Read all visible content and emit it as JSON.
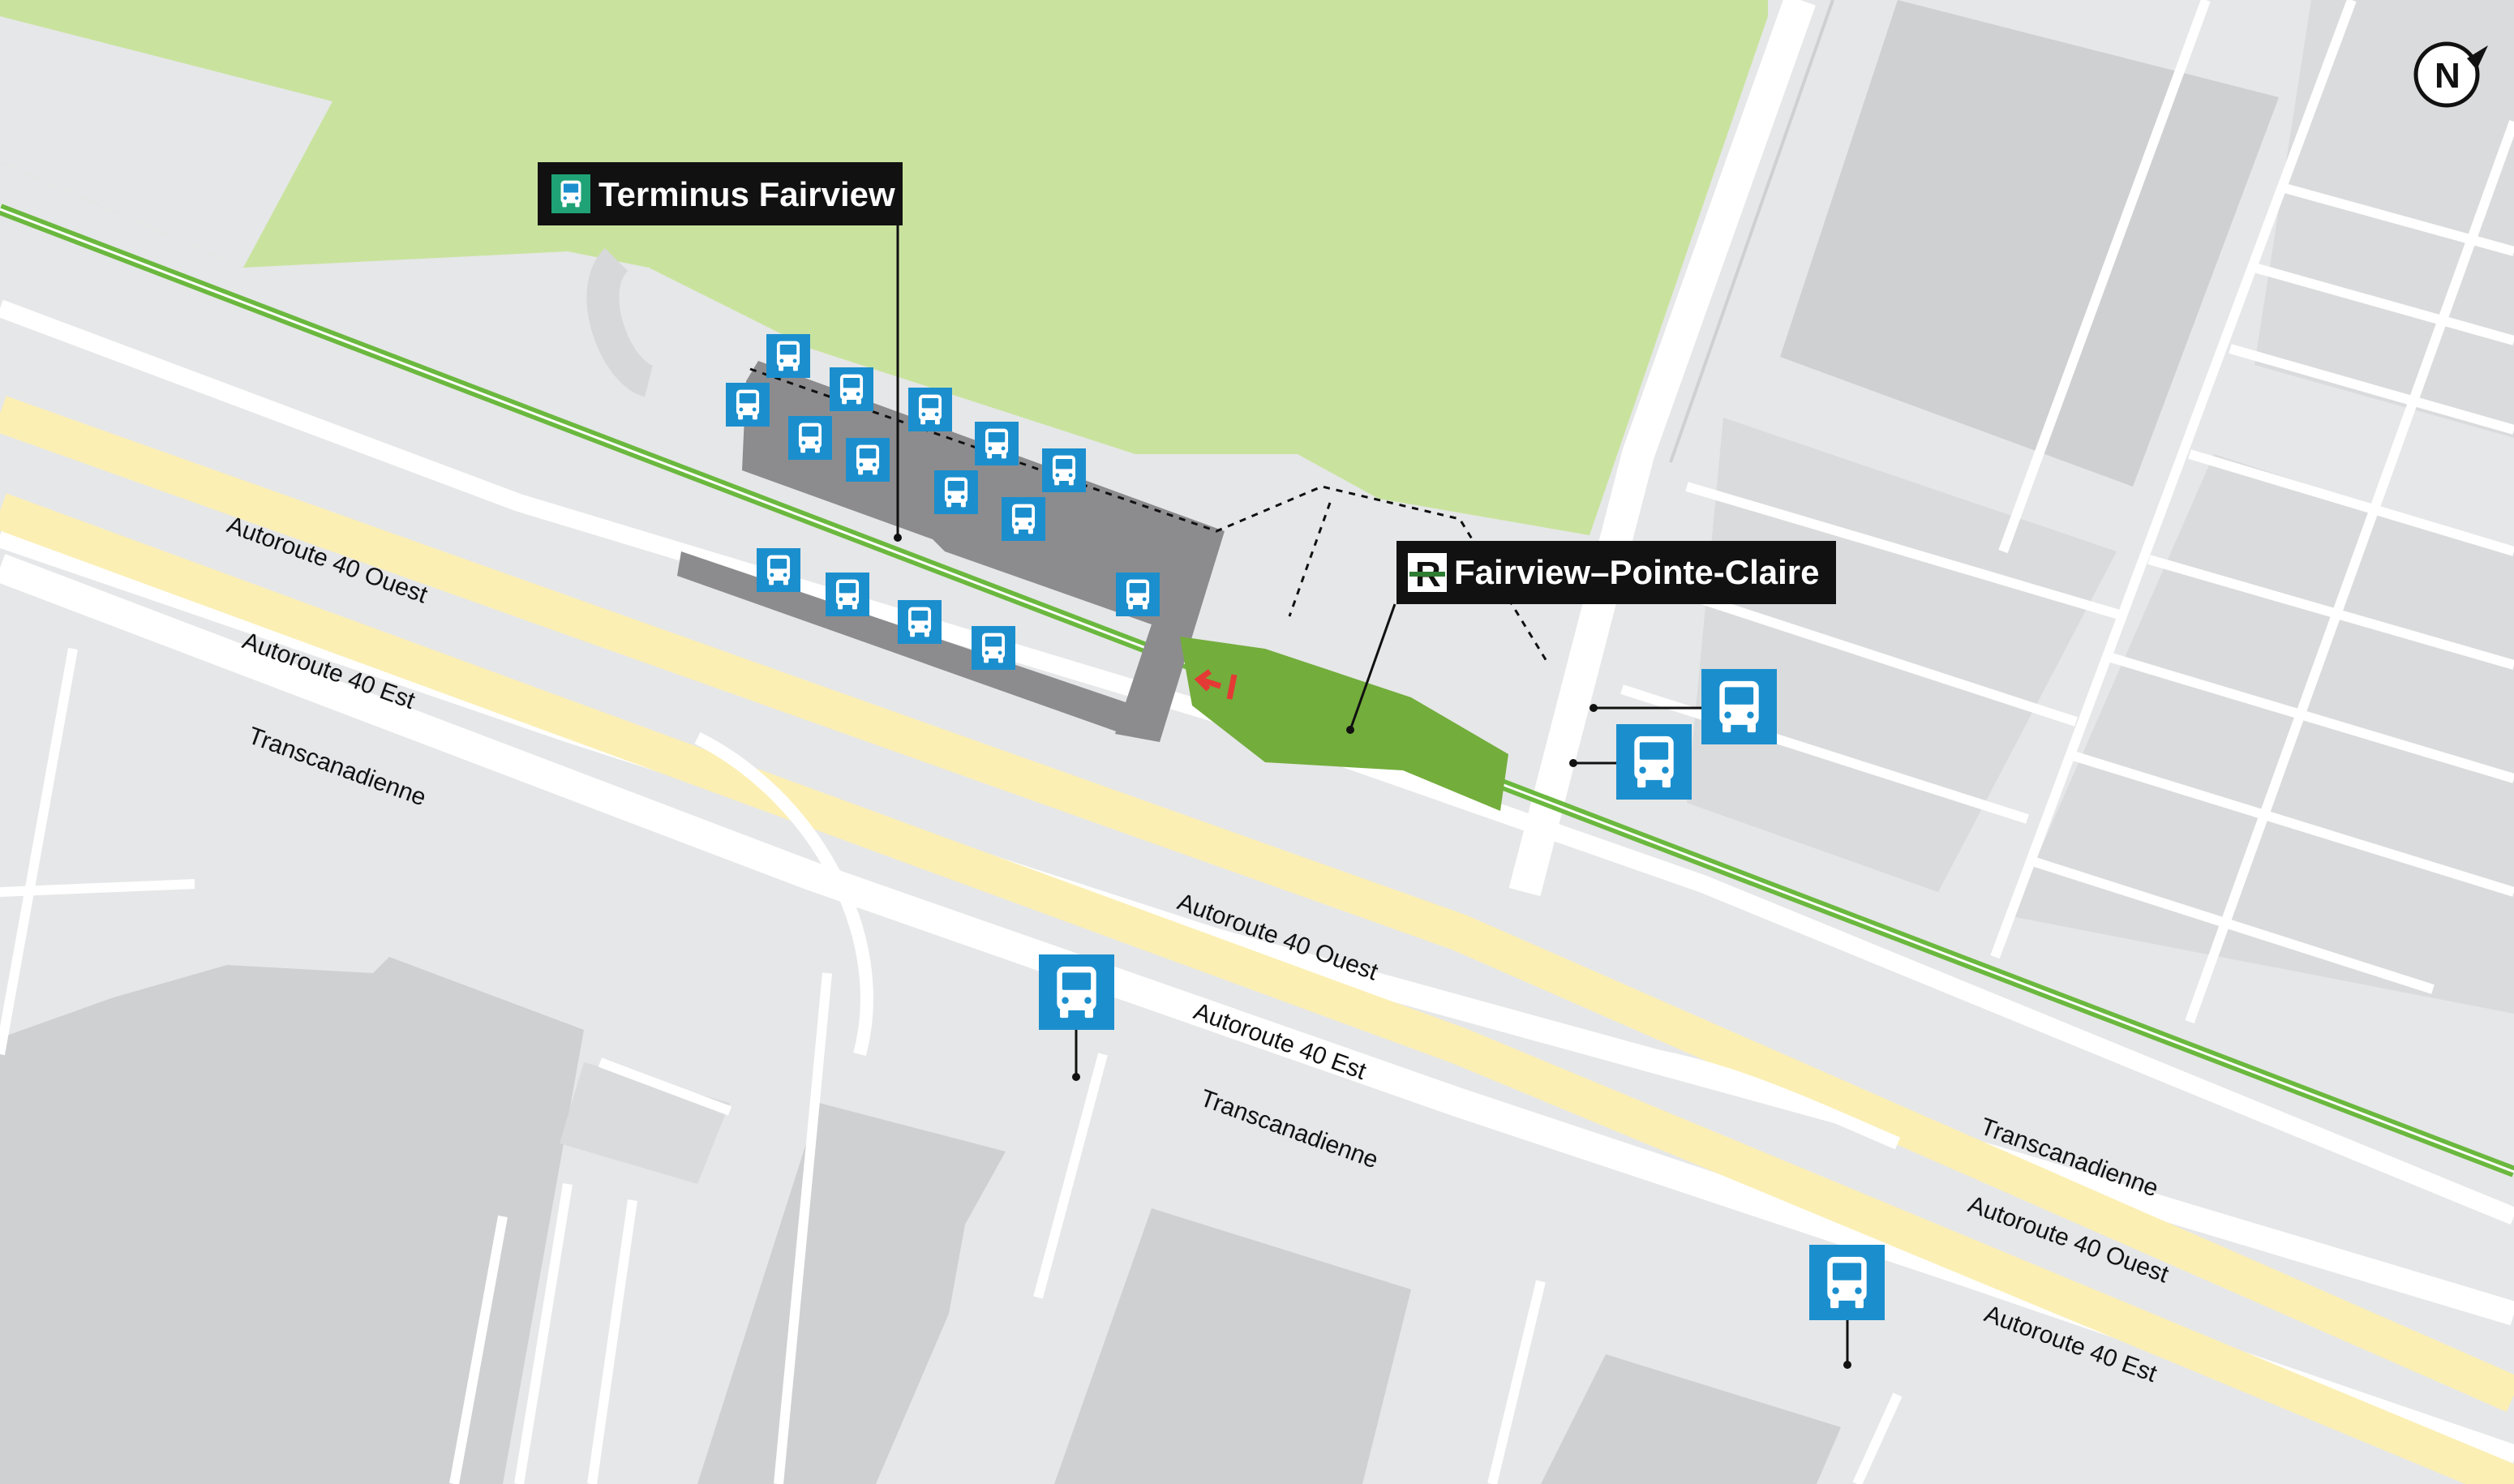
{
  "colors": {
    "background": "#e6e7e8",
    "park": "#c9e39e",
    "building": "#cfd0d2",
    "highway": "#fcefb4",
    "road": "#ffffff",
    "rail": "#6bb83f",
    "platform": "#73ad3c",
    "terminus": "#8c8c8e",
    "bus_stop": "#1b8fce",
    "callout": "#111111",
    "bus_terminal_badge": "#1fa275",
    "train_badge": "#2e7d32",
    "entrance_arrow": "#e53935"
  },
  "labels": {
    "terminus": "Terminus Fairview",
    "station": "Fairview–Pointe-Claire",
    "compass": "N"
  },
  "icons": {
    "bus_stop": "bus-icon",
    "terminal_badge": "bus-terminal-icon",
    "station_badge": "train-r-icon",
    "compass": "north-arrow-icon",
    "entrance": "entrance-arrow-icon"
  },
  "roads": {
    "a40_ouest_1": "Autoroute 40 Ouest",
    "a40_est_1": "Autoroute 40 Est",
    "transcan_1": "Transcanadienne",
    "a40_ouest_2": "Autoroute 40 Ouest",
    "a40_est_2": "Autoroute 40 Est",
    "transcan_2": "Transcanadienne",
    "transcan_3": "Transcanadienne",
    "a40_ouest_3": "Autoroute 40 Ouest",
    "a40_est_3": "Autoroute 40 Est"
  }
}
